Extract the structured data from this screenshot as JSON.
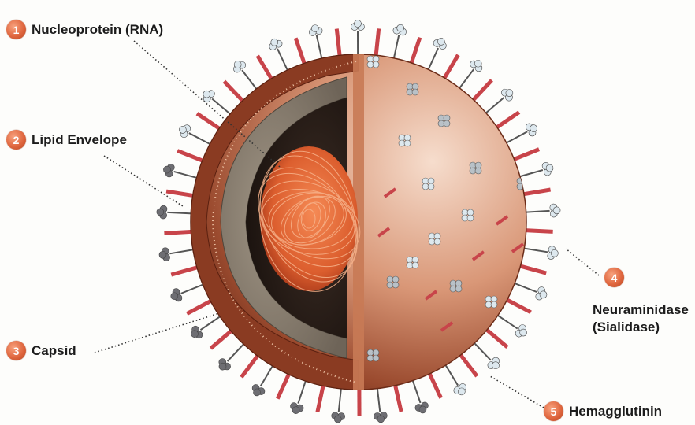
{
  "labels": [
    {
      "number": "1",
      "text": "Nucleoprotein (RNA)"
    },
    {
      "number": "2",
      "text": "Lipid Envelope"
    },
    {
      "number": "3",
      "text": "Capsid"
    },
    {
      "number": "4",
      "text_line1": "Neuraminidase",
      "text_line2": "(Sialidase)"
    },
    {
      "number": "5",
      "text": "Hemagglutinin"
    }
  ],
  "colors": {
    "badge": "#e0673f",
    "shell_light": "#f4d3c1",
    "shell_dark": "#7a3420",
    "spike_red": "#c8444a",
    "glycoprotein_light": "#dde8ee",
    "glycoprotein_dark": "#6e6e73",
    "core": "#e36a3a"
  }
}
